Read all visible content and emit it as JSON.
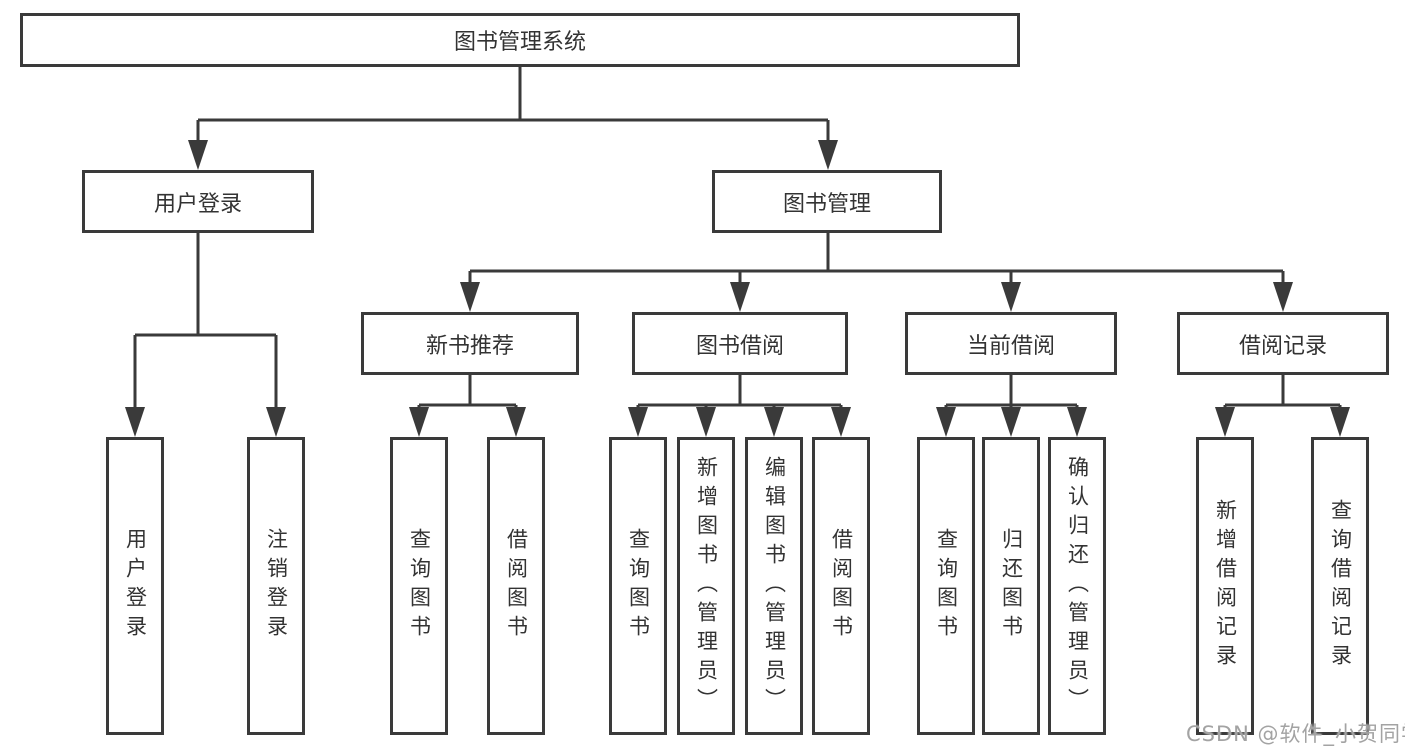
{
  "nodes": {
    "root": "图书管理系统",
    "user_login": "用户登录",
    "book_mgmt": "图书管理",
    "new_book_rec": "新书推荐",
    "book_borrow": "图书借阅",
    "current_borrow": "当前借阅",
    "borrow_records": "借阅记录",
    "leaf_user_login": "用户登录",
    "leaf_logout": "注销登录",
    "leaf_query_book_a": "查询图书",
    "leaf_borrow_book_a": "借阅图书",
    "leaf_query_book_b": "查询图书",
    "leaf_add_book": "新增图书（管理员）",
    "leaf_edit_book": "编辑图书（管理员）",
    "leaf_borrow_book_b": "借阅图书",
    "leaf_query_book_c": "查询图书",
    "leaf_return_book": "归还图书",
    "leaf_confirm_return": "确认归还（管理员）",
    "leaf_add_record": "新增借阅记录",
    "leaf_query_record": "查询借阅记录"
  },
  "watermark": "CSDN @软件_小贺同学",
  "colors": {
    "line": "#3a3a3a",
    "text": "#333333",
    "background": "#ffffff",
    "watermark": "#a3a3a3"
  }
}
